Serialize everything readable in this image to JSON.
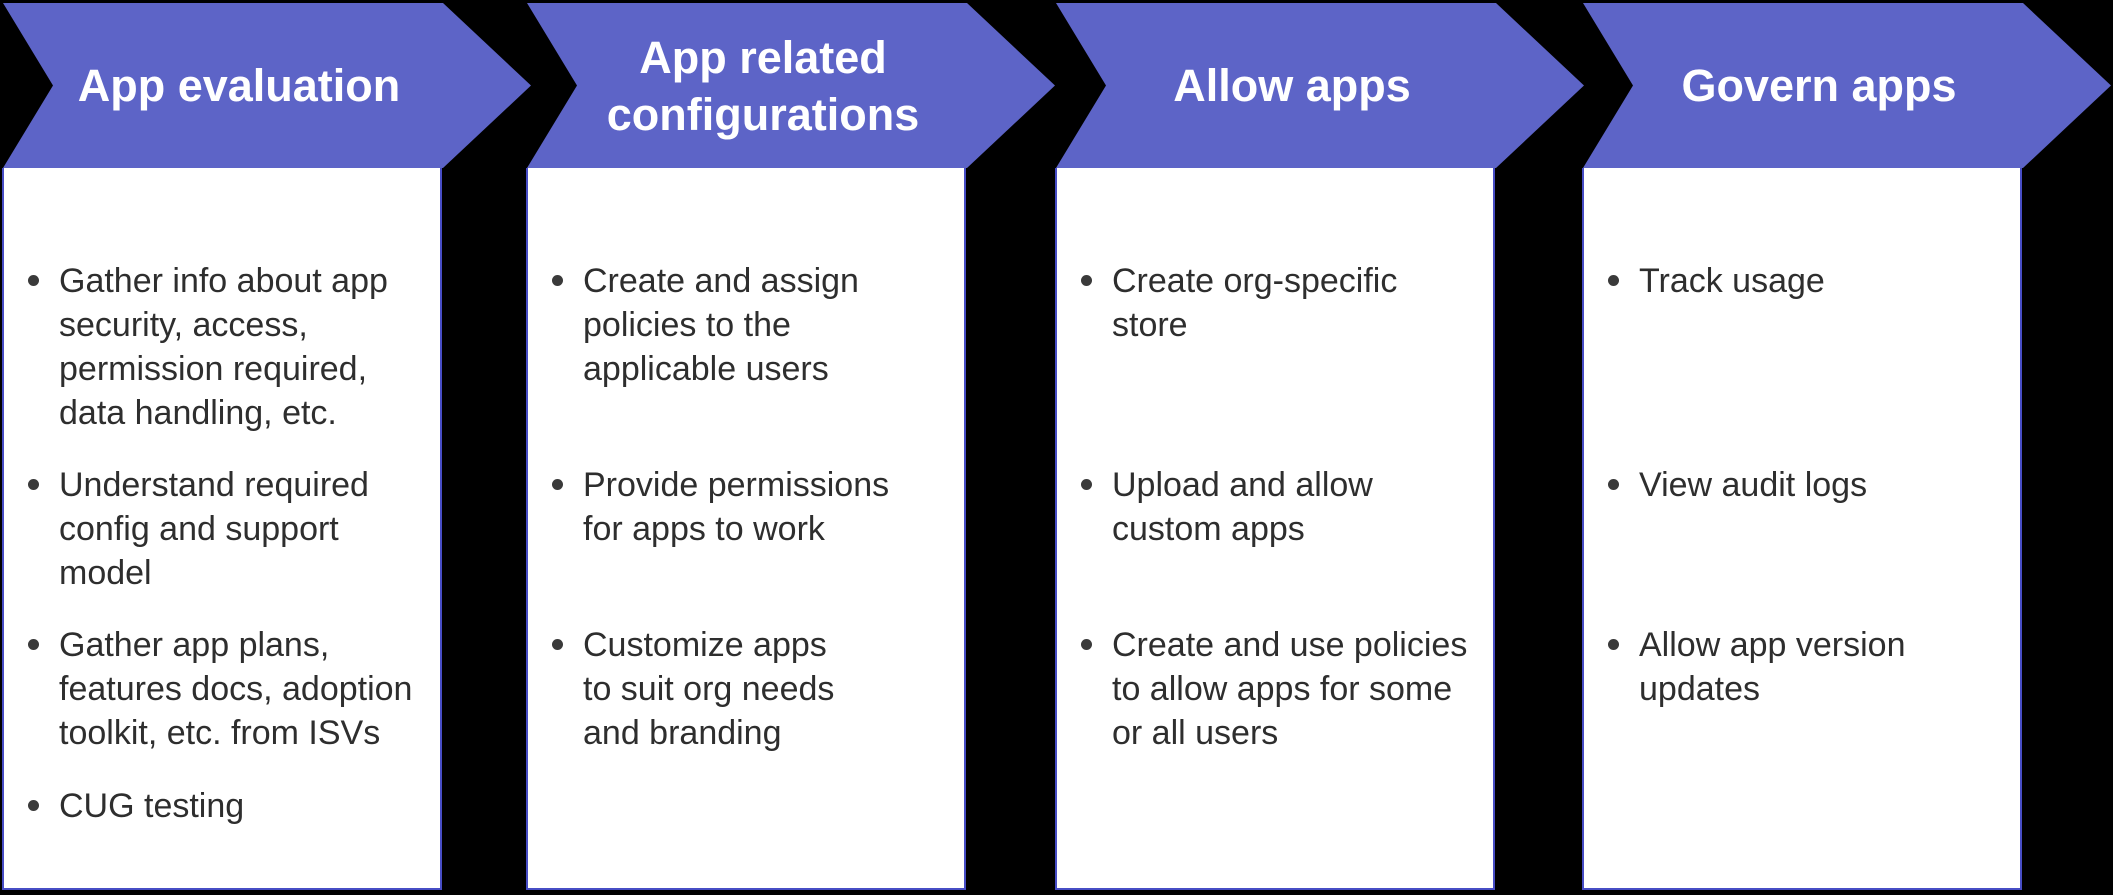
{
  "title": "Teams app lifecycle process diagram",
  "colors": {
    "background": "#000000",
    "arrow-fill": "#5d64c7",
    "panel-bg": "#ffffff",
    "panel-border": "#474dc5",
    "header-text": "#ffffff",
    "body-text": "#2e2e2e",
    "bullet-dot": "#3a3a3a"
  },
  "columns": [
    {
      "header": "App evaluation",
      "bullets": [
        "Gather info about app\nsecurity, access,\npermission required,\ndata handling, etc.",
        "Understand required\nconfig and support\nmodel",
        "Gather app plans,\nfeatures docs, adoption\ntoolkit, etc. from ISVs",
        "CUG testing"
      ]
    },
    {
      "header": "App related\nconfigurations",
      "bullets": [
        "Create and assign\npolicies to the\napplicable users",
        "Provide permissions\nfor apps to work",
        "Customize apps\nto suit org needs\nand branding"
      ]
    },
    {
      "header": "Allow apps",
      "bullets": [
        "Create org-specific\nstore",
        "Upload and allow\ncustom apps",
        "Create and use policies\nto allow apps for some\nor all users"
      ]
    },
    {
      "header": "Govern apps",
      "bullets": [
        "Track usage",
        "View audit logs",
        "Allow app version\nupdates"
      ]
    }
  ]
}
